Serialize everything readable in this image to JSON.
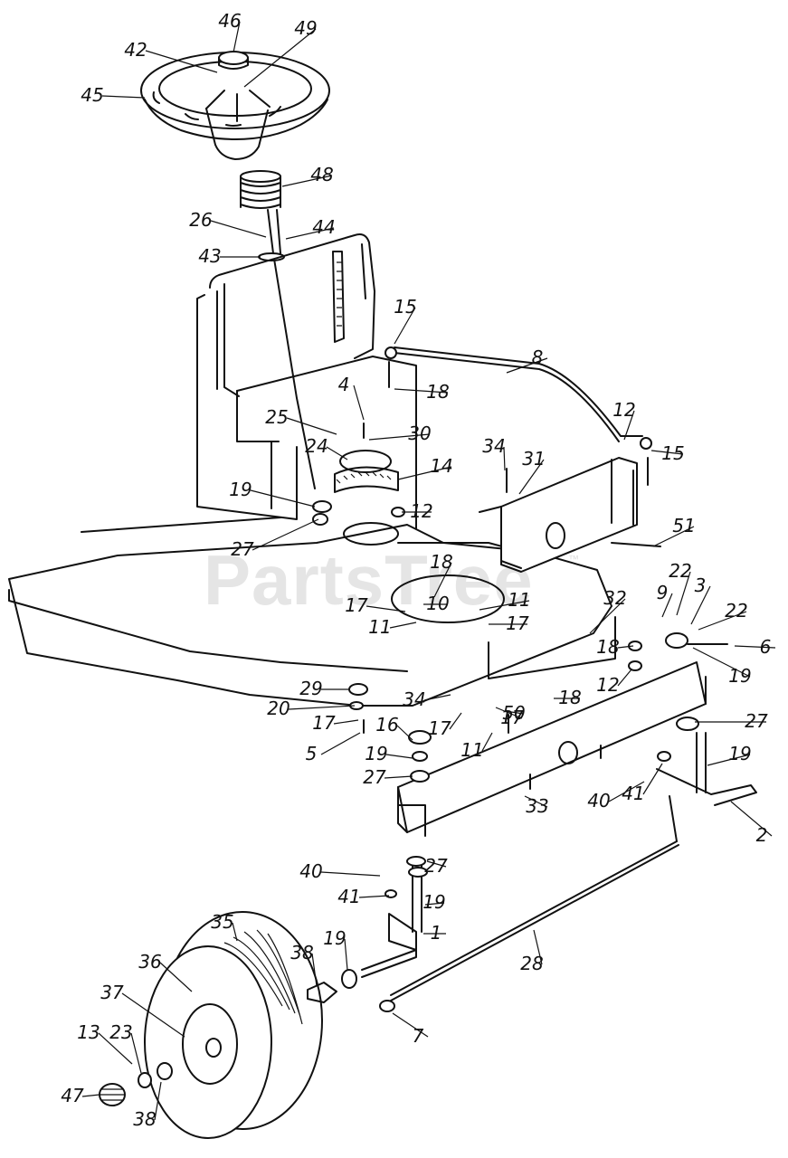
{
  "watermark": {
    "text": "PartsTree",
    "trademark": "™"
  },
  "callouts": [
    {
      "id": "c46",
      "text": "46"
    },
    {
      "id": "c42",
      "text": "42"
    },
    {
      "id": "c49",
      "text": "49"
    },
    {
      "id": "c45",
      "text": "45"
    },
    {
      "id": "c48",
      "text": "48"
    },
    {
      "id": "c26",
      "text": "26"
    },
    {
      "id": "c44",
      "text": "44"
    },
    {
      "id": "c43",
      "text": "43"
    },
    {
      "id": "c15a",
      "text": "15"
    },
    {
      "id": "c8",
      "text": "8"
    },
    {
      "id": "c4",
      "text": "4"
    },
    {
      "id": "c18a",
      "text": "18"
    },
    {
      "id": "c25",
      "text": "25"
    },
    {
      "id": "c30",
      "text": "30"
    },
    {
      "id": "c12a",
      "text": "12"
    },
    {
      "id": "c24",
      "text": "24"
    },
    {
      "id": "c34a",
      "text": "34"
    },
    {
      "id": "c31",
      "text": "31"
    },
    {
      "id": "c15b",
      "text": "15"
    },
    {
      "id": "c14",
      "text": "14"
    },
    {
      "id": "c19a",
      "text": "19"
    },
    {
      "id": "c12b",
      "text": "12"
    },
    {
      "id": "c27a",
      "text": "27"
    },
    {
      "id": "c51",
      "text": "51"
    },
    {
      "id": "c18b",
      "text": "18"
    },
    {
      "id": "c10",
      "text": "10"
    },
    {
      "id": "c11a",
      "text": "11"
    },
    {
      "id": "c17a",
      "text": "17"
    },
    {
      "id": "c11b",
      "text": "11"
    },
    {
      "id": "c17b",
      "text": "17"
    },
    {
      "id": "c32",
      "text": "32"
    },
    {
      "id": "c9",
      "text": "9"
    },
    {
      "id": "c22a",
      "text": "22"
    },
    {
      "id": "c3",
      "text": "3"
    },
    {
      "id": "c22b",
      "text": "22"
    },
    {
      "id": "c6",
      "text": "6"
    },
    {
      "id": "c18c",
      "text": "18"
    },
    {
      "id": "c19b",
      "text": "19"
    },
    {
      "id": "c12c",
      "text": "12"
    },
    {
      "id": "c29",
      "text": "29"
    },
    {
      "id": "c17c",
      "text": "17"
    },
    {
      "id": "c34b",
      "text": "34"
    },
    {
      "id": "c20",
      "text": "20"
    },
    {
      "id": "c18d",
      "text": "18"
    },
    {
      "id": "c50",
      "text": "50"
    },
    {
      "id": "c17d",
      "text": "17"
    },
    {
      "id": "c27b",
      "text": "27"
    },
    {
      "id": "c5",
      "text": "5"
    },
    {
      "id": "c17e",
      "text": "17"
    },
    {
      "id": "c16",
      "text": "16"
    },
    {
      "id": "c11c",
      "text": "11"
    },
    {
      "id": "c19c",
      "text": "19"
    },
    {
      "id": "c27c",
      "text": "27"
    },
    {
      "id": "c19d",
      "text": "19"
    },
    {
      "id": "c40a",
      "text": "40"
    },
    {
      "id": "c41a",
      "text": "41"
    },
    {
      "id": "c33",
      "text": "33"
    },
    {
      "id": "c2",
      "text": "2"
    },
    {
      "id": "c27d",
      "text": "27"
    },
    {
      "id": "c40b",
      "text": "40"
    },
    {
      "id": "c41b",
      "text": "41"
    },
    {
      "id": "c19e",
      "text": "19"
    },
    {
      "id": "c35",
      "text": "35"
    },
    {
      "id": "c1",
      "text": "1"
    },
    {
      "id": "c28",
      "text": "28"
    },
    {
      "id": "c36",
      "text": "36"
    },
    {
      "id": "c38a",
      "text": "38"
    },
    {
      "id": "c19f",
      "text": "19"
    },
    {
      "id": "c37",
      "text": "37"
    },
    {
      "id": "c7",
      "text": "7"
    },
    {
      "id": "c13",
      "text": "13"
    },
    {
      "id": "c23",
      "text": "23"
    },
    {
      "id": "c47",
      "text": "47"
    },
    {
      "id": "c38b",
      "text": "38"
    }
  ]
}
